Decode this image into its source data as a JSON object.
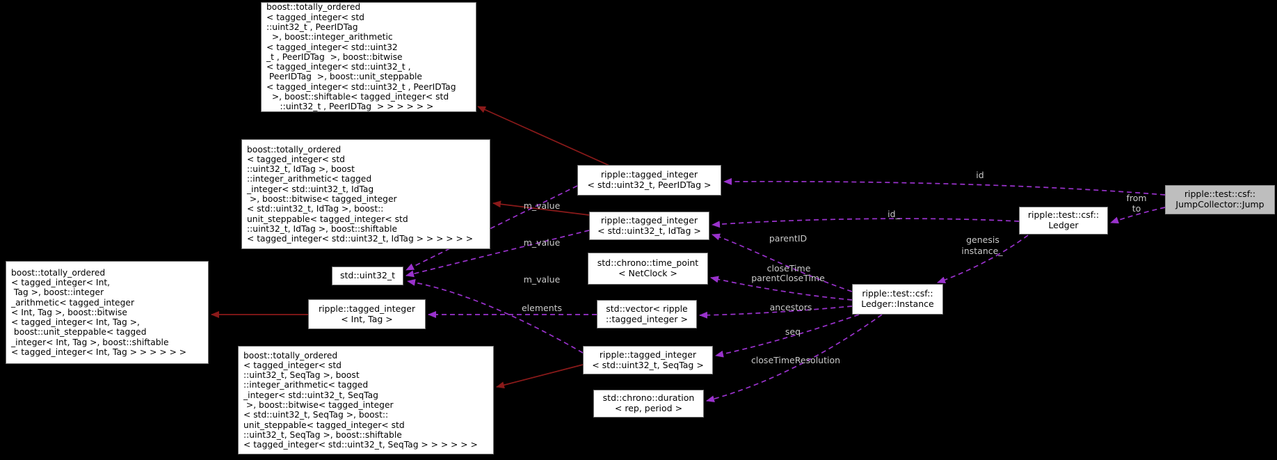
{
  "diagram": {
    "title": "ripple::test::csf::JumpCollector::Jump collaboration graph",
    "colors": {
      "background": "#000000",
      "inheritance_edge": "#8b1a1a",
      "usage_edge": "#9a32cd",
      "edge_label": "#c9c9c9",
      "node_fill": "#ffffff",
      "node_border": "#6f6f6f",
      "highlight_fill": "#bebebe"
    },
    "nodes": {
      "boost_peerid": {
        "text": "boost::totally_ordered\n< tagged_integer< std\n::uint32_t , PeerIDTag\n  >, boost::integer_arithmetic\n< tagged_integer< std::uint32\n_t , PeerIDTag  >, boost::bitwise\n< tagged_integer< std::uint32_t ,\n PeerIDTag  >, boost::unit_steppable\n< tagged_integer< std::uint32_t , PeerIDTag\n  >, boost::shiftable< tagged_integer< std\n     ::uint32_t , PeerIDTag  > > > > > >"
      },
      "boost_id": {
        "text": "boost::totally_ordered\n< tagged_integer< std\n::uint32_t, IdTag >, boost\n::integer_arithmetic< tagged\n_integer< std::uint32_t, IdTag\n >, boost::bitwise< tagged_integer\n< std::uint32_t, IdTag >, boost::\nunit_steppable< tagged_integer< std\n::uint32_t, IdTag >, boost::shiftable\n< tagged_integer< std::uint32_t, IdTag > > > > > >"
      },
      "boost_int": {
        "text": "boost::totally_ordered\n< tagged_integer< Int,\n Tag >, boost::integer\n_arithmetic< tagged_integer\n< Int, Tag >, boost::bitwise\n< tagged_integer< Int, Tag >,\n boost::unit_steppable< tagged\n_integer< Int, Tag >, boost::shiftable\n< tagged_integer< Int, Tag > > > > > >"
      },
      "boost_seq": {
        "text": "boost::totally_ordered\n< tagged_integer< std\n::uint32_t, SeqTag >, boost\n::integer_arithmetic< tagged\n_integer< std::uint32_t, SeqTag\n >, boost::bitwise< tagged_integer\n< std::uint32_t, SeqTag >, boost::\nunit_steppable< tagged_integer< std\n::uint32_t, SeqTag >, boost::shiftable\n< tagged_integer< std::uint32_t, SeqTag > > > > > >"
      },
      "ti_peerid": {
        "text": "ripple::tagged_integer\n< std::uint32_t, PeerIDTag >"
      },
      "ti_id": {
        "text": "ripple::tagged_integer\n< std::uint32_t, IdTag >"
      },
      "uint32": {
        "text": "std::uint32_t"
      },
      "timepoint": {
        "text": "std::chrono::time_point\n< NetClock >"
      },
      "ti_int": {
        "text": "ripple::tagged_integer\n< Int, Tag >"
      },
      "vector": {
        "text": "std::vector< ripple\n::tagged_integer >"
      },
      "ti_seq": {
        "text": "ripple::tagged_integer\n< std::uint32_t, SeqTag >"
      },
      "duration": {
        "text": "std::chrono::duration\n< rep, period >"
      },
      "instance": {
        "text": "ripple::test::csf::\nLedger::Instance"
      },
      "ledger": {
        "text": "ripple::test::csf::\nLedger"
      },
      "jump": {
        "text": "ripple::test::csf::\nJumpCollector::Jump"
      }
    },
    "edge_labels": {
      "m_value_peerid": "m_value",
      "m_value_id": "m_value",
      "m_value_seq": "m_value",
      "elements": "elements",
      "id": "id",
      "id_": "id_",
      "from": "from",
      "to": "to",
      "parentID": "parentID",
      "closeTime": "closeTime",
      "parentCloseTime": "parentCloseTime",
      "genesis": "genesis",
      "instance_": "instance_",
      "ancestors": "ancestors",
      "seq": "seq",
      "closeTimeResolution": "closeTimeResolution"
    }
  }
}
